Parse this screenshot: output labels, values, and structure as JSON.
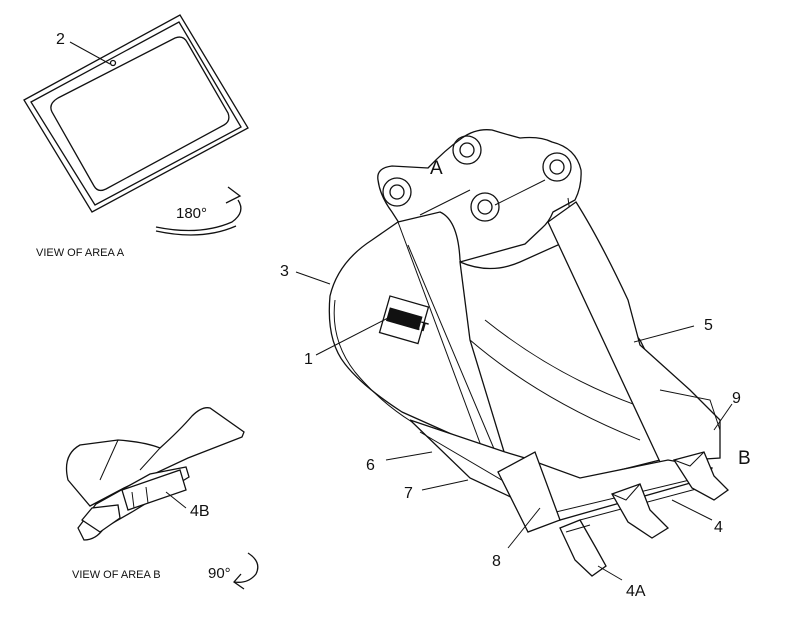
{
  "views": {
    "area_a_caption": "VIEW OF AREA A",
    "area_a_rotation": "180°",
    "area_b_caption": "VIEW OF AREA B",
    "area_b_rotation": "90°"
  },
  "bucket": {
    "logo": "CAT"
  },
  "area_markers": {
    "a": "A",
    "b": "B"
  },
  "callouts": {
    "c1": "1",
    "c2": "2",
    "c3": "3",
    "c4": "4",
    "c4a": "4A",
    "c4b": "4B",
    "c5": "5",
    "c6": "6",
    "c7": "7",
    "c8": "8",
    "c9": "9"
  }
}
